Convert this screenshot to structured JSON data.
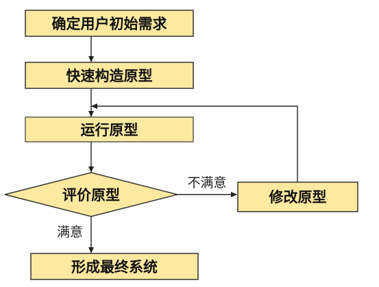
{
  "nodes": {
    "define_requirements": "确定用户初始需求",
    "build_prototype": "快速构造原型",
    "run_prototype": "运行原型",
    "evaluate_prototype": "评价原型",
    "modify_prototype": "修改原型",
    "final_system": "形成最终系统"
  },
  "edges": {
    "not_satisfied_label": "不满意",
    "satisfied_label": "满意"
  },
  "colors": {
    "node_fill": "#fde9a0",
    "border": "#333333",
    "arrow": "#222222"
  }
}
